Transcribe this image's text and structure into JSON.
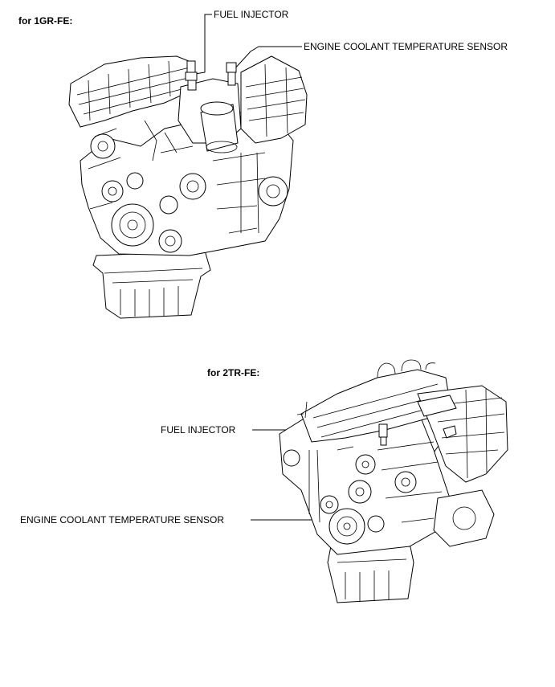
{
  "diagram_1gr": {
    "heading": "for 1GR-FE:",
    "fuel_injector_label": "FUEL INJECTOR",
    "ect_sensor_label": "ENGINE COOLANT TEMPERATURE SENSOR"
  },
  "diagram_2tr": {
    "heading": "for 2TR-FE:",
    "fuel_injector_label": "FUEL INJECTOR",
    "ect_sensor_label": "ENGINE COOLANT TEMPERATURE SENSOR"
  }
}
